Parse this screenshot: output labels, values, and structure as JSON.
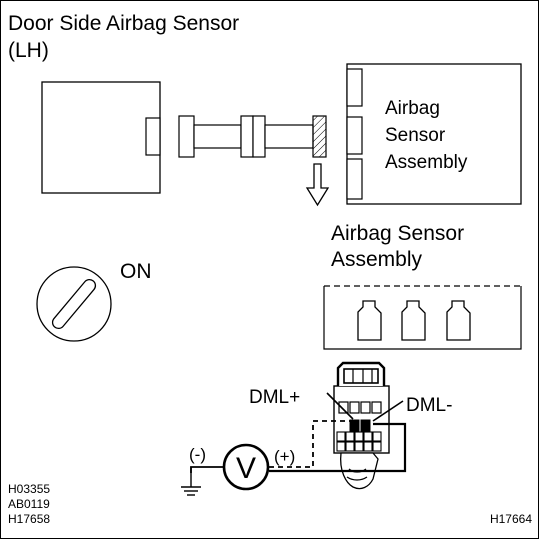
{
  "labels": {
    "door_sensor_line1": "Door Side Airbag Sensor",
    "door_sensor_line2": "(LH)",
    "assembly_box_line1": "Airbag",
    "assembly_box_line2": "Sensor",
    "assembly_box_line3": "Assembly",
    "assembly_line1": "Airbag Sensor",
    "assembly_line2": "Assembly",
    "ignition": "ON",
    "dml_plus": "DML+",
    "dml_minus": "DML-",
    "meter_neg": "(-)",
    "meter_pos": "(+)",
    "meter_symbol": "V"
  },
  "figure_codes": [
    "H03355",
    "AB0119",
    "H17658"
  ],
  "figure_id": "H17664"
}
